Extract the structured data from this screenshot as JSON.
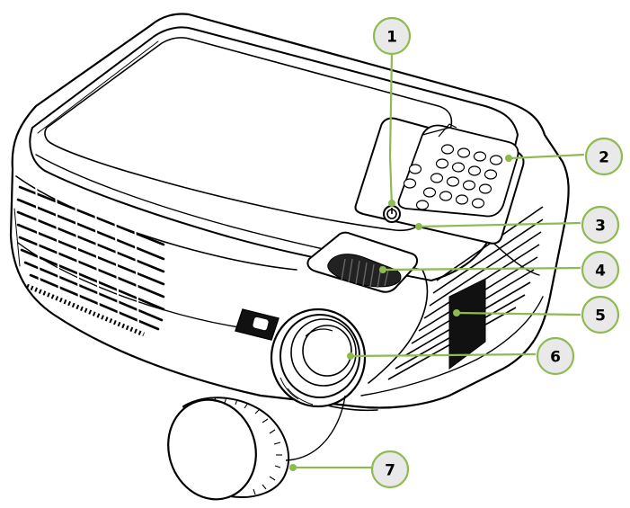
{
  "figure": {
    "subject": "projector",
    "accent_color": "#8dbb4f",
    "callout_fill": "#e9e9e9",
    "callouts": [
      {
        "number": "1"
      },
      {
        "number": "2"
      },
      {
        "number": "3"
      },
      {
        "number": "4"
      },
      {
        "number": "5"
      },
      {
        "number": "6"
      },
      {
        "number": "7"
      }
    ]
  }
}
